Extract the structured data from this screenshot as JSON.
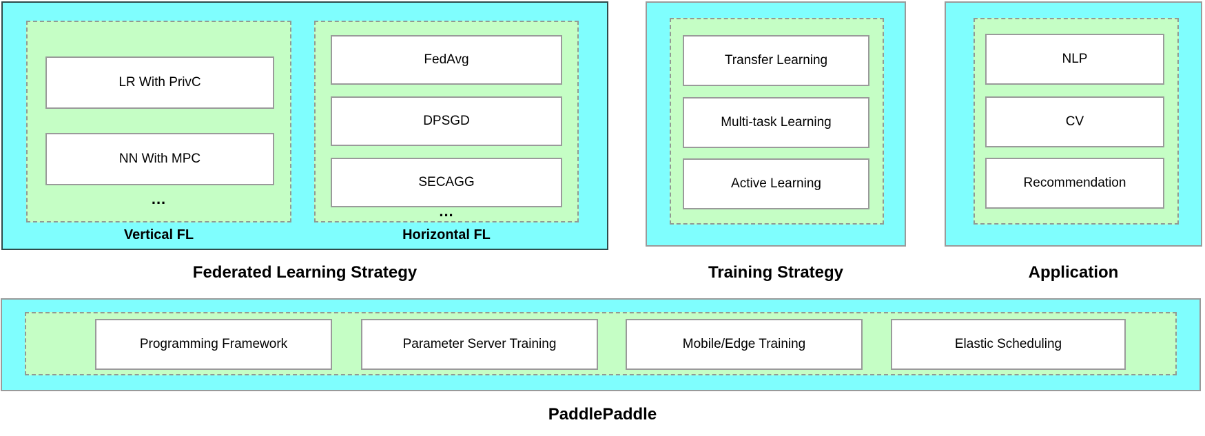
{
  "colors": {
    "panel_fill": "#7FFEFE",
    "group_fill": "#C5FEC5",
    "panel_dark_border": "#2E4B4B",
    "panel_gray_border": "#9A9A9A",
    "dashed_border": "#929A92",
    "node_fill": "#FFFFFF",
    "text": "#000000"
  },
  "sections": [
    {
      "title": "Federated Learning Strategy",
      "groups": [
        {
          "label": "Vertical FL",
          "items": [
            "LR With PrivC",
            "NN With MPC"
          ],
          "more": "..."
        },
        {
          "label": "Horizontal FL",
          "items": [
            "FedAvg",
            "DPSGD",
            "SECAGG"
          ],
          "more": "..."
        }
      ]
    },
    {
      "title": "Training Strategy",
      "groups": [
        {
          "items": [
            "Transfer Learning",
            "Multi-task Learning",
            "Active Learning"
          ]
        }
      ]
    },
    {
      "title": "Application",
      "groups": [
        {
          "items": [
            "NLP",
            "CV",
            "Recommendation"
          ]
        }
      ]
    }
  ],
  "foundation": {
    "title": "PaddlePaddle",
    "items": [
      "Programming Framework",
      "Parameter Server Training",
      "Mobile/Edge Training",
      "Elastic Scheduling"
    ]
  }
}
